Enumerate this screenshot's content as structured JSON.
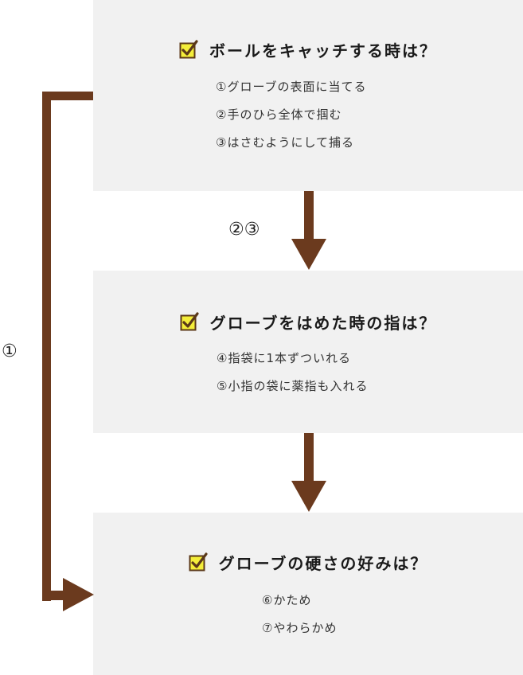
{
  "colors": {
    "box_background": "#f1f1f1",
    "arrow": "#6b3a1e",
    "checkbox_fill": "#f4ee3a",
    "checkmark": "#5a3818"
  },
  "steps": [
    {
      "title": "ボールをキャッチする時は？",
      "options": [
        "①グローブの表面に当てる",
        "②手のひら全体で掴む",
        "③はさむようにして捕る"
      ]
    },
    {
      "title": "グローブをはめた時の指は？",
      "options": [
        "④指袋に1本ずついれる",
        "⑤小指の袋に薬指も入れる"
      ]
    },
    {
      "title": "グローブの硬さの好みは？",
      "options": [
        "⑥かため",
        "⑦やわらかめ"
      ]
    }
  ],
  "routes": {
    "step1_to_step2_label": "②③",
    "step1_to_step3_label": "①"
  }
}
